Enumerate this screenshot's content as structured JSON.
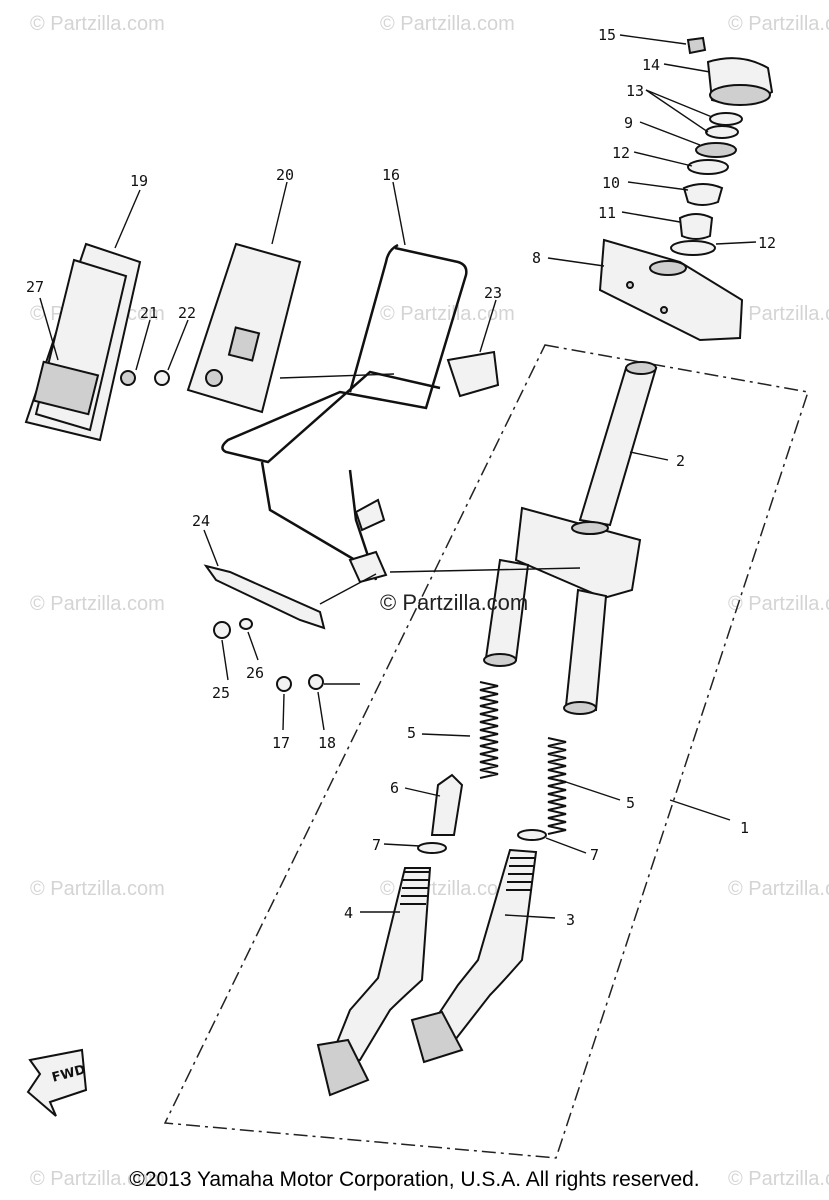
{
  "watermark_text": "© Partzilla.com",
  "center_watermark": "© Partzilla.com",
  "fwd_badge": "FWD",
  "copyright": "©2013  Yamaha Motor Corporation, U.S.A. All rights reserved.",
  "callouts": {
    "c1": "1",
    "c2": "2",
    "c3": "3",
    "c4": "4",
    "c5a": "5",
    "c5b": "5",
    "c6": "6",
    "c7a": "7",
    "c7b": "7",
    "c8": "8",
    "c9": "9",
    "c10": "10",
    "c11": "11",
    "c12a": "12",
    "c12b": "12",
    "c13": "13",
    "c14": "14",
    "c15": "15",
    "c16": "16",
    "c17": "17",
    "c18": "18",
    "c19": "19",
    "c20": "20",
    "c21": "21",
    "c22": "22",
    "c23": "23",
    "c24": "24",
    "c25": "25",
    "c26": "26",
    "c27": "27"
  }
}
